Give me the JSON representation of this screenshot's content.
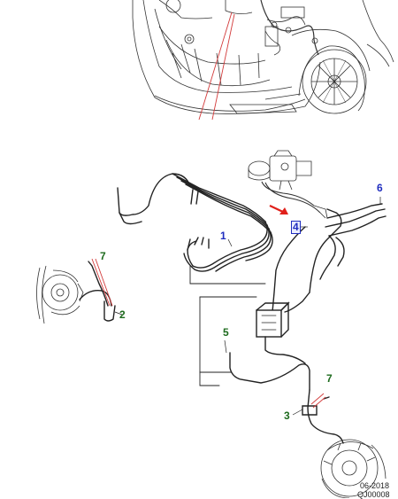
{
  "callouts": [
    {
      "id": "1",
      "label": "1",
      "color": "blue"
    },
    {
      "id": "2",
      "label": "2",
      "color": "green"
    },
    {
      "id": "3",
      "label": "3",
      "color": "green"
    },
    {
      "id": "4",
      "label": "4",
      "color": "blue",
      "highlighted": true
    },
    {
      "id": "5",
      "label": "5",
      "color": "green"
    },
    {
      "id": "6",
      "label": "6",
      "color": "blue"
    },
    {
      "id": "7a",
      "label": "7",
      "color": "green"
    },
    {
      "id": "7b",
      "label": "7",
      "color": "green"
    }
  ],
  "footer": {
    "date": "06-2018",
    "code": "QJ00008"
  },
  "colors": {
    "line": "#222222",
    "leader_red": "#d23a3a",
    "arrow_red": "#e0201a",
    "blue_label": "#1f2dbf",
    "green_label": "#1e6b1e"
  }
}
